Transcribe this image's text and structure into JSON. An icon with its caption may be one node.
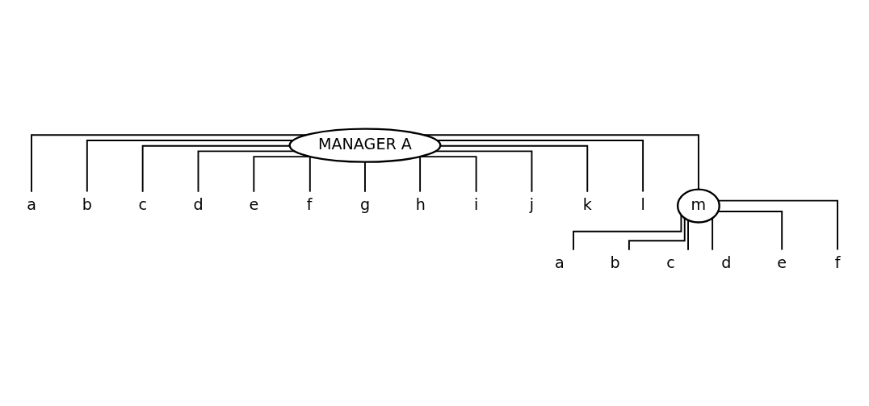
{
  "diagram": {
    "nodes": [
      {
        "text": [
          "MANAGER A"
        ]
      },
      {
        "text": [
          "a"
        ]
      },
      {
        "text": [
          "b"
        ]
      },
      {
        "text": [
          "c"
        ]
      },
      {
        "text": [
          "d"
        ]
      },
      {
        "text": [
          "e"
        ]
      },
      {
        "text": [
          "f"
        ]
      },
      {
        "text": [
          "g"
        ]
      },
      {
        "text": [
          "h"
        ]
      },
      {
        "text": [
          "i"
        ]
      },
      {
        "text": [
          "j"
        ]
      },
      {
        "text": [
          "k"
        ]
      },
      {
        "text": [
          "l"
        ]
      },
      {
        "text": [
          "m"
        ]
      },
      {
        "text": [
          "a"
        ]
      },
      {
        "text": [
          "b"
        ]
      },
      {
        "text": [
          "c"
        ]
      },
      {
        "text": [
          "d"
        ]
      },
      {
        "text": [
          "e"
        ]
      },
      {
        "text": [
          "f"
        ]
      }
    ],
    "edges": [
      {
        "from": 0,
        "to": 1,
        "arrow": "none"
      },
      {
        "from": 0,
        "to": 2,
        "arrow": "none"
      },
      {
        "from": 0,
        "to": 3,
        "arrow": "none"
      },
      {
        "from": 0,
        "to": 4,
        "arrow": "none"
      },
      {
        "from": 0,
        "to": 5,
        "arrow": "none"
      },
      {
        "from": 0,
        "to": 6,
        "arrow": "none"
      },
      {
        "from": 0,
        "to": 7,
        "arrow": "none"
      },
      {
        "from": 0,
        "to": 8,
        "arrow": "none"
      },
      {
        "from": 0,
        "to": 9,
        "arrow": "none"
      },
      {
        "from": 0,
        "to": 10,
        "arrow": "none"
      },
      {
        "from": 0,
        "to": 11,
        "arrow": "none"
      },
      {
        "from": 0,
        "to": 12,
        "arrow": "none"
      },
      {
        "from": 0,
        "to": 13,
        "arrow": "none"
      },
      {
        "from": 13,
        "to": 14,
        "arrow": "none"
      },
      {
        "from": 13,
        "to": 15,
        "arrow": "none"
      },
      {
        "from": 13,
        "to": 16,
        "arrow": "none"
      },
      {
        "from": 13,
        "to": 17,
        "arrow": "none"
      },
      {
        "from": 13,
        "to": 18,
        "arrow": "none"
      },
      {
        "from": 13,
        "to": 19,
        "arrow": "none"
      }
    ]
  }
}
